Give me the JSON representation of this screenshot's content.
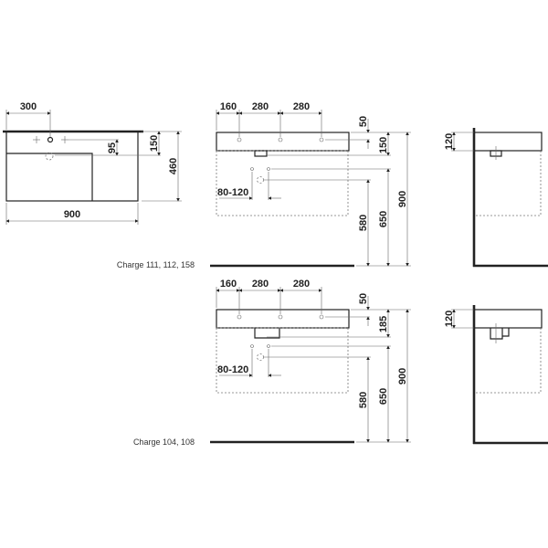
{
  "top_view": {
    "d300": "300",
    "d95": "95",
    "d150": "150",
    "d460": "460",
    "d900": "900"
  },
  "captions": {
    "top": "Charge 111, 112, 158",
    "bottom": "Charge 104, 108"
  },
  "front_top": {
    "d160": "160",
    "d280a": "280",
    "d280b": "280",
    "d50": "50",
    "d150": "150",
    "d80_120": "80-120",
    "d580": "580",
    "d650": "650",
    "d900": "900"
  },
  "front_bottom": {
    "d160": "160",
    "d280a": "280",
    "d280b": "280",
    "d50": "50",
    "d185": "185",
    "d80_120": "80-120",
    "d580": "580",
    "d650": "650",
    "d900": "900"
  },
  "side_top": {
    "d120": "120"
  },
  "side_bottom": {
    "d120": "120"
  }
}
